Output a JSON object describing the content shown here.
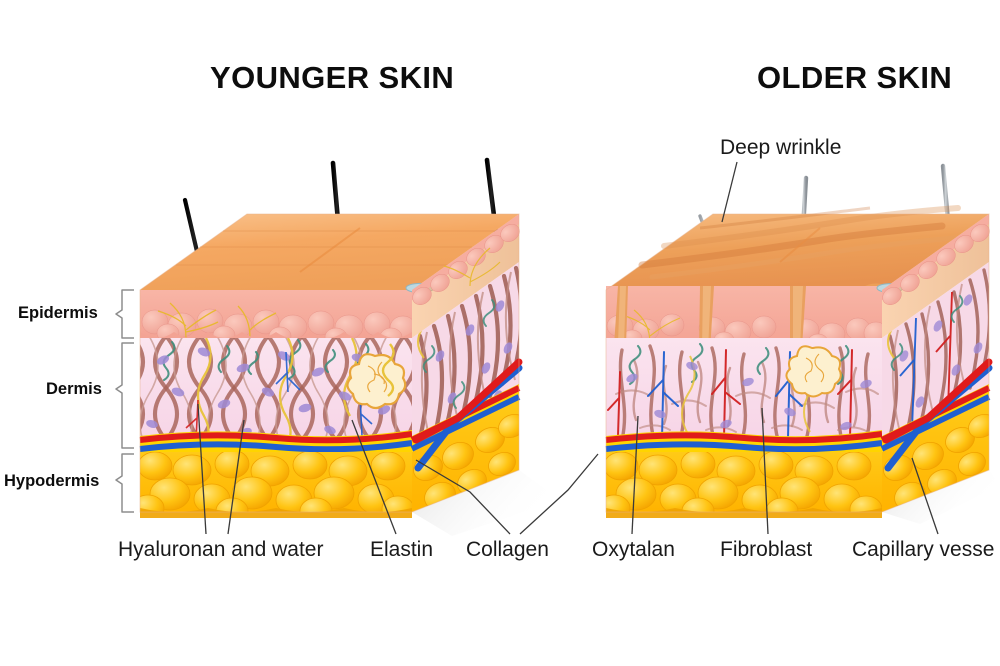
{
  "figure": {
    "kind": "anatomical-cross-section-diagram",
    "subject": "Comparison of younger and older human skin cross sections"
  },
  "titles": {
    "younger": "YOUNGER SKIN",
    "older": "OLDER SKIN"
  },
  "layer_labels": [
    {
      "id": "epidermis",
      "text": "Epidermis"
    },
    {
      "id": "dermis",
      "text": "Dermis"
    },
    {
      "id": "hypodermis",
      "text": "Hypodermis"
    }
  ],
  "callouts": {
    "deep_wrinkle": "Deep wrinkle",
    "hyaluronan": "Hyaluronan and water",
    "elastin": "Elastin",
    "collagen": "Collagen",
    "oxytalan": "Oxytalan",
    "fibroblast": "Fibroblast",
    "capillary_vessel": "Capillary vesse"
  },
  "colors": {
    "background": "#ffffff",
    "text": "#0d0d0d",
    "surface_orange_light": "#f9bd84",
    "surface_orange": "#f4a35f",
    "surface_orange_dark": "#e08a42",
    "epidermis_pink": "#f6ada0",
    "epidermis_cell": "#f3b9ad",
    "dermis_pink": "#f7d9e7",
    "dermis_pink_light": "#fbe7f0",
    "hypodermis_yellow": "#ffc400",
    "hypodermis_globule": "#ffd447",
    "hypodermis_edge": "#f0a200",
    "collagen_fiber": "#9e5c52",
    "fibroblast_nucleus": "#9f8ad6",
    "oxytalan_teal": "#3f8f7d",
    "hyaluronan_yellow": "#e8c33a",
    "artery_red": "#e01b1b",
    "vein_blue": "#1f5fd0",
    "vessel_band_yellow": "#ffd400",
    "hair_young": "#111111",
    "hair_old": "#9aa0a6",
    "leader_line": "#3a3a3a",
    "brace": "#8d8d8d"
  },
  "anatomy": {
    "younger": {
      "surface": "smooth, flat",
      "hair_color": "black",
      "collagen_arrangement": "dense regular criss-cross lattice",
      "hairs": 3
    },
    "older": {
      "surface": "deep wrinkle clefts",
      "hair_color": "gray",
      "collagen_arrangement": "sparse fragmented vertical fibers",
      "hairs": 3,
      "wrinkles": 3
    }
  }
}
